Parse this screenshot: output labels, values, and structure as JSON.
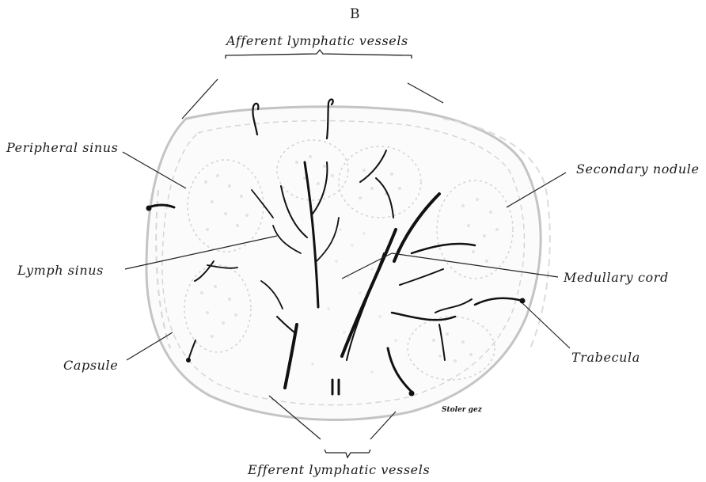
{
  "figure": {
    "panel_letter": "B",
    "labels": {
      "afferent": "Afferent lymphatic vessels",
      "efferent": "Efferent lymphatic vessels",
      "peripheral_sinus": "Peripheral sinus",
      "lymph_sinus": "Lymph sinus",
      "capsule": "Capsule",
      "secondary_nodule": "Secondary nodule",
      "medullary_cord": "Medullary cord",
      "trabecula": "Trabecula"
    },
    "artist_signature": "Stoler gez"
  }
}
